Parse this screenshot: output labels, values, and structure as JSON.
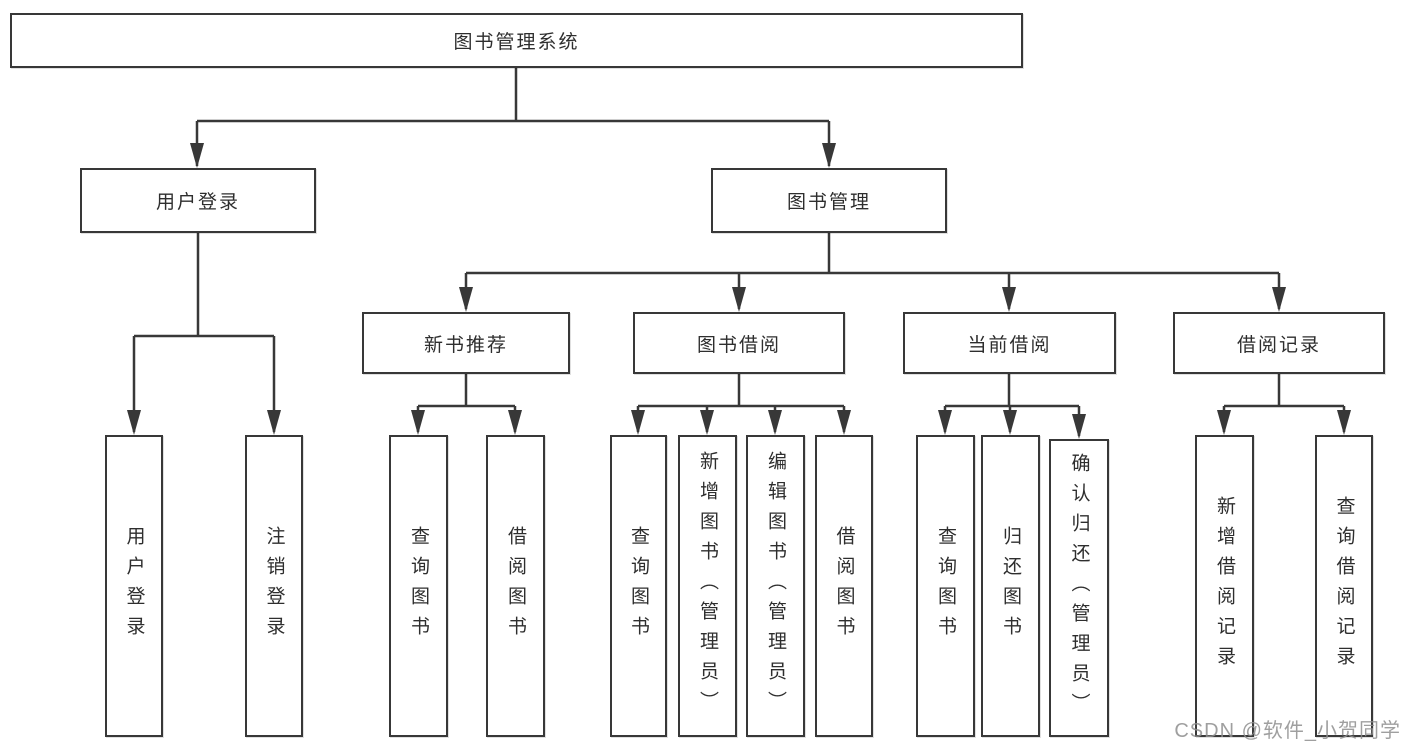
{
  "nodes": {
    "root": "图书管理系统",
    "user_login": "用户登录",
    "book_mgmt": "图书管理",
    "new_book": "新书推荐",
    "book_borrow": "图书借阅",
    "current_borrow": "当前借阅",
    "borrow_record": "借阅记录",
    "leaf_user_login": "用户登录",
    "leaf_logout": "注销登录",
    "leaf_nb_query": "查询图书",
    "leaf_nb_borrow": "借阅图书",
    "leaf_bb_query": "查询图书",
    "leaf_bb_add": "新增图书（管理员）",
    "leaf_bb_edit": "编辑图书（管理员）",
    "leaf_bb_borrow": "借阅图书",
    "leaf_cb_query": "查询图书",
    "leaf_cb_return": "归还图书",
    "leaf_cb_confirm": "确认归还（管理员）",
    "leaf_br_add": "新增借阅记录",
    "leaf_br_query": "查询借阅记录"
  },
  "watermark": "CSDN @软件_小贺同学",
  "colors": {
    "line": "#383838",
    "box_border": "#383838",
    "box_fill": "#ffffff",
    "text": "#2e2e2e",
    "watermark": "#8f8f8f",
    "background": "#ffffff"
  }
}
